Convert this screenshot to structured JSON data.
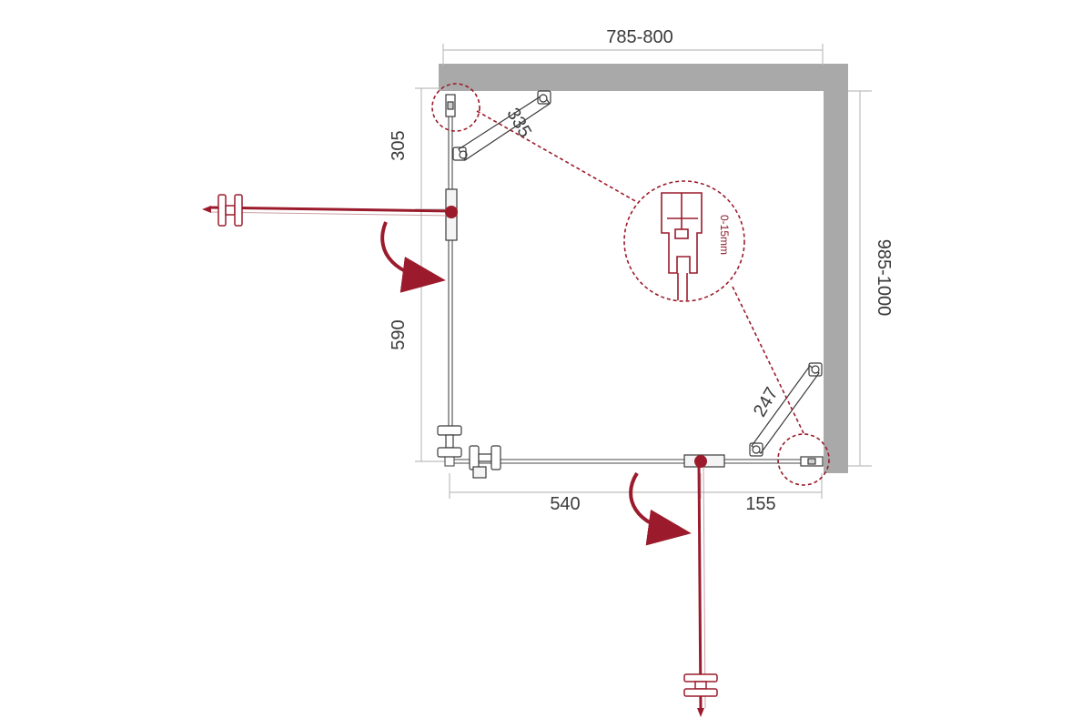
{
  "dimensions": {
    "top_width": "785-800",
    "right_height": "985-1000",
    "left_fixed": "305",
    "left_door": "590",
    "bottom_door": "540",
    "bottom_fixed": "155",
    "brace_top": "335",
    "brace_bottom": "247",
    "adjust_range": "0-15mm"
  },
  "colors": {
    "wall": "#a9a9a9",
    "door": "#9b1b2c",
    "line": "#3a3a3a",
    "dim_line": "#bdbdbd"
  }
}
